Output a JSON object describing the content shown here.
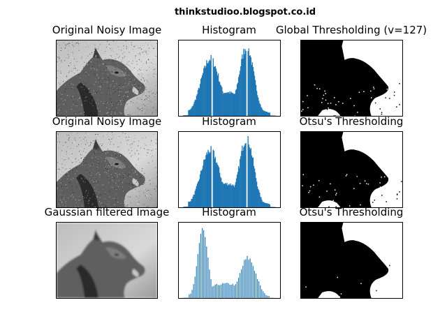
{
  "header": {
    "watermark": "thinkstudioo.blogspot.co.id"
  },
  "titles": {
    "r1": [
      "Original Noisy Image",
      "Histogram",
      "Global Thresholding (v=127)"
    ],
    "r2": [
      "Original Noisy Image",
      "Histogram",
      "Otsu's Thresholding"
    ],
    "r3": [
      "Gaussian filtered Image",
      "Histogram",
      "Otsu's Thresholding"
    ]
  },
  "colors": {
    "bar": "#1f77b4",
    "dark": "#000000",
    "light": "#ffffff"
  },
  "chart_data": [
    {
      "type": "image",
      "title": "Original Noisy Image",
      "tone": "grayscale",
      "noisy": true
    },
    {
      "type": "bar",
      "title": "Histogram",
      "series": "noisy-intensity",
      "xlim": [
        0,
        256
      ],
      "peaks": [
        {
          "x": 75,
          "rel": 0.8
        },
        {
          "x": 175,
          "rel": 0.97
        }
      ],
      "valley": {
        "x": 118,
        "rel": 0.33
      },
      "gaps": [
        80,
        176
      ],
      "color": "#1f77b4"
    },
    {
      "type": "image",
      "title": "Global Thresholding (v=127)",
      "tone": "binary",
      "threshold": 127
    },
    {
      "type": "image",
      "title": "Original Noisy Image",
      "tone": "grayscale",
      "noisy": true
    },
    {
      "type": "bar",
      "title": "Histogram",
      "series": "noisy-intensity",
      "xlim": [
        0,
        256
      ],
      "peaks": [
        {
          "x": 75,
          "rel": 0.8
        },
        {
          "x": 175,
          "rel": 0.97
        }
      ],
      "valley": {
        "x": 118,
        "rel": 0.33
      },
      "gaps": [
        80,
        176
      ],
      "color": "#1f77b4"
    },
    {
      "type": "image",
      "title": "Otsu's Thresholding",
      "tone": "binary"
    },
    {
      "type": "image",
      "title": "Gaussian filtered Image",
      "tone": "grayscale",
      "noisy": false
    },
    {
      "type": "bar",
      "title": "Histogram",
      "series": "filtered-intensity",
      "xlim": [
        0,
        256
      ],
      "peaks": [
        {
          "x": 55,
          "rel": 0.95
        },
        {
          "x": 180,
          "rel": 0.56
        }
      ],
      "valley": {
        "x": 120,
        "rel": 0.2
      },
      "comb": true,
      "color": "#1f77b4"
    },
    {
      "type": "image",
      "title": "Otsu's Thresholding",
      "tone": "binary"
    }
  ]
}
